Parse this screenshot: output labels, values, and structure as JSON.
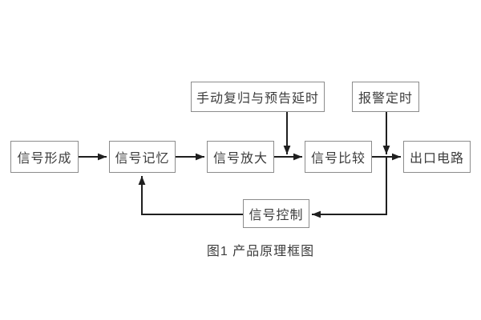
{
  "diagram": {
    "caption": "图1 产品原理框图",
    "nodes": [
      {
        "id": "signal-formation",
        "label": "信号形成"
      },
      {
        "id": "signal-memory",
        "label": "信号记忆"
      },
      {
        "id": "signal-amplification",
        "label": "信号放大"
      },
      {
        "id": "signal-comparison",
        "label": "信号比较"
      },
      {
        "id": "output-circuit",
        "label": "出口电路"
      },
      {
        "id": "manual-reset-delay",
        "label": "手动复归与预告延时"
      },
      {
        "id": "alarm-timing",
        "label": "报警定时"
      },
      {
        "id": "signal-control",
        "label": "信号控制"
      }
    ],
    "edges": [
      {
        "from": "信号形成",
        "to": "信号记忆"
      },
      {
        "from": "信号记忆",
        "to": "信号放大"
      },
      {
        "from": "信号放大",
        "to": "信号比较"
      },
      {
        "from": "信号比较",
        "to": "出口电路"
      },
      {
        "from": "手动复归与预告延时",
        "to": "信号放大→信号比较连线"
      },
      {
        "from": "报警定时",
        "to": "信号比较→出口电路连线"
      },
      {
        "from": "信号比较→出口电路连线",
        "to": "信号控制"
      },
      {
        "from": "信号控制",
        "to": "信号记忆"
      }
    ],
    "colors": {
      "background": "#ffffff",
      "box_border": "#8c8c8c",
      "text": "#3c3c3c",
      "line": "#1f1f1f"
    }
  }
}
